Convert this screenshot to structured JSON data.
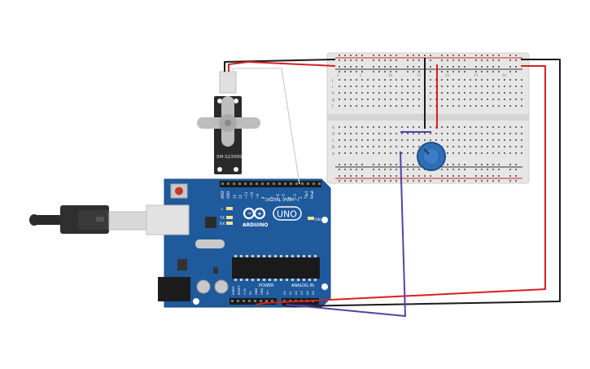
{
  "circuit": {
    "servo": {
      "model": "SM-S2309S"
    },
    "arduino": {
      "brand": "ARDUINO",
      "model": "UNO",
      "digital_label": "DIGITAL (PWM~)",
      "power_label": "POWER",
      "analog_label": "ANALOG IN",
      "led_labels": [
        "L",
        "TX",
        "RX"
      ],
      "on_label": "ON",
      "aref": "AREF",
      "gnd": "GND",
      "digital_pins": [
        "13",
        "12",
        "~11",
        "~10",
        "~9",
        "8",
        "7",
        "~6",
        "~5",
        "4",
        "~3",
        "2",
        "TX▸1",
        "RX◂0"
      ],
      "power_pins": [
        "IOREF",
        "RESET",
        "3.3V",
        "5V",
        "GND",
        "GND",
        "Vin"
      ],
      "analog_pins": [
        "A0",
        "A1",
        "A2",
        "A3",
        "A4",
        "A5"
      ]
    },
    "breadboard": {
      "row_letters_top": [
        "j",
        "i",
        "h",
        "g",
        "f"
      ],
      "row_letters_bottom": [
        "e",
        "d",
        "c",
        "b",
        "a"
      ],
      "column_numbers": [
        "1",
        "5",
        "10",
        "15",
        "20",
        "25",
        "30"
      ]
    },
    "colors": {
      "wire_red": "#d62020",
      "wire_black": "#1a1a1a",
      "wire_purple": "#5b3fa8",
      "wire_white": "#e8e8e8",
      "board_blue": "#1f5a9c",
      "breadboard": "#e6e6e6",
      "pot_blue": "#2f6fb8"
    }
  }
}
